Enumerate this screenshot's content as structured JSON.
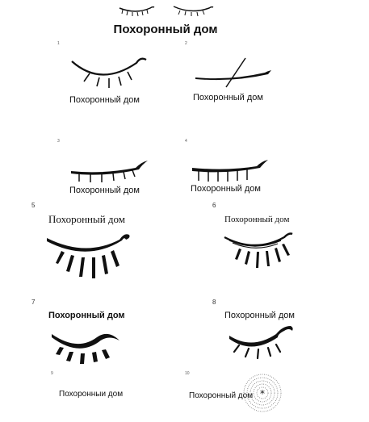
{
  "page": {
    "title": "Похоронный дом"
  },
  "logos": [
    {
      "number": "1",
      "label": "Похоронный дом"
    },
    {
      "number": "2",
      "label": "Похоронный дом"
    },
    {
      "number": "3",
      "label": "Похоронный дом"
    },
    {
      "number": "4",
      "label": "Похоронный дом"
    },
    {
      "number": "5",
      "label": "Похоронный дом"
    },
    {
      "number": "6",
      "label": "Похоронный дом"
    },
    {
      "number": "7",
      "label": "Похоронный дом"
    },
    {
      "number": "8",
      "label": "Похоронный дом"
    },
    {
      "number": "9",
      "label": "Похоронныи дом"
    },
    {
      "number": "10",
      "label": "Похоронный дом"
    }
  ],
  "icons": {
    "header_left": "closed-eye-icon",
    "header_right": "closed-eye-icon",
    "mark_1": "closed-eye-icon",
    "mark_2": "closed-eye-icon",
    "mark_3": "closed-eye-icon",
    "mark_4": "closed-eye-icon",
    "mark_5": "closed-eye-icon",
    "mark_6": "closed-eye-icon",
    "mark_7": "closed-eye-icon",
    "mark_8": "closed-eye-icon",
    "mark_10": "dotted-circle-icon"
  }
}
